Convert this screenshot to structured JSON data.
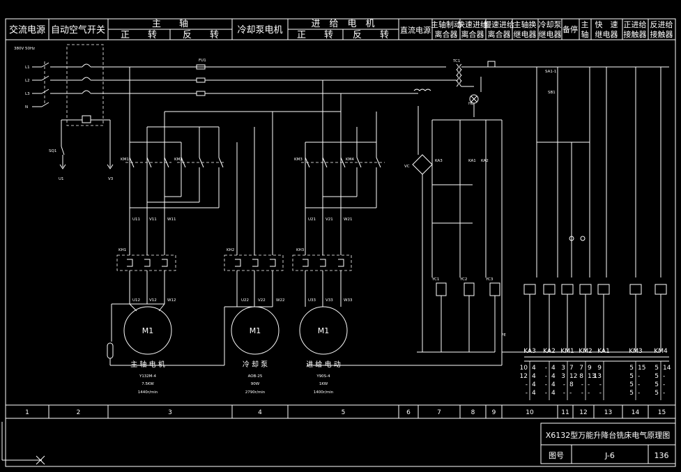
{
  "header": {
    "ac_power": "交流电源",
    "auto_switch": "自动空气开关",
    "spindle": "主　　轴",
    "spindle_fwd": "正　　转",
    "spindle_rev": "反　　转",
    "coolant_motor": "冷却泵电机",
    "feed_motor": "进　给　电　机",
    "feed_fwd": "正　　转",
    "feed_rev": "反　　转",
    "dc_power": "直流电源",
    "cols": [
      {
        "l1": "主轴制动",
        "l2": "离合器"
      },
      {
        "l1": "快速进给",
        "l2": "离合器"
      },
      {
        "l1": "慢速进给",
        "l2": "离合器"
      },
      {
        "l1": "主轴换",
        "l2": "继电器"
      },
      {
        "l1": "冷却泵",
        "l2": "继电器"
      },
      {
        "l1": "备停",
        "l2": ""
      },
      {
        "l1": "主",
        "l2": "轴"
      },
      {
        "l1": "快　速",
        "l2": "继电器"
      },
      {
        "l1": "正进给",
        "l2": "接触器"
      },
      {
        "l1": "反进给",
        "l2": "接触器"
      }
    ]
  },
  "supply": {
    "voltage": "380V 50Hz",
    "lines": [
      "L1",
      "L2",
      "L3",
      "N"
    ]
  },
  "motors": [
    {
      "label": "M1",
      "caption": "主 轴 电 机",
      "model": "Y132M-4",
      "power": "7.5KW",
      "speed": "1440r/min"
    },
    {
      "label": "M1",
      "caption": "冷 却 泵",
      "model": "AOB-25",
      "power": "90W",
      "speed": "2790r/min"
    },
    {
      "label": "M1",
      "caption": "进 给 电 动",
      "model": "Y90S-4",
      "power": "1KW",
      "speed": "1400r/min"
    }
  ],
  "terminals": {
    "spindle_in": [
      "U11",
      "V11",
      "W11"
    ],
    "spindle_out": [
      "U12",
      "V12",
      "W12"
    ],
    "coolant": [
      "U22",
      "V22",
      "W22"
    ],
    "feed_in": [
      "U21",
      "V21",
      "W21"
    ],
    "feed_out": [
      "U33",
      "V33",
      "W33"
    ]
  },
  "components": {
    "fu1": "FU1",
    "tc1": "TC1",
    "sq1": "SQ1",
    "u_out": "U1",
    "v_out": "V3",
    "ka1": "KA1",
    "ka2": "KA2",
    "ka3": "KA3",
    "kh1": "KH1",
    "kh2": "KH2",
    "kh3": "KH3",
    "km1": "KM1",
    "km2": "KM2",
    "km3": "KM3",
    "km4": "KM4",
    "yc1": "YC1",
    "yc2": "YC2",
    "yc3": "YC3",
    "vc": "VC",
    "pe": "PE",
    "sb": "SB1",
    "sa": "SA1-1",
    "hl": "HL"
  },
  "contact_table": [
    {
      "name": "KA3",
      "rows": [
        "10",
        "12",
        "-",
        "-"
      ],
      "rows2": [
        "4",
        "4",
        "4",
        "4"
      ]
    },
    {
      "name": "KA2",
      "rows": [
        "-",
        "-",
        "-",
        "-"
      ],
      "rows2": [
        "4",
        "4",
        "4",
        "4"
      ]
    },
    {
      "name": "KM1",
      "rows": [
        "3",
        "3",
        "-",
        "-"
      ],
      "rows2": [
        "7",
        "12",
        "8",
        "-"
      ]
    },
    {
      "name": "KM2",
      "rows": [
        "7",
        "8",
        "-",
        "-"
      ],
      "rows2": [
        "9",
        "13",
        "-",
        "-"
      ]
    },
    {
      "name": "KA1",
      "rows": [
        "9",
        "13",
        "-",
        "-"
      ],
      "rows2": [
        "",
        "",
        "",
        ""
      ]
    },
    {
      "name": "KM3",
      "rows": [
        "5",
        "5",
        "5",
        "5"
      ],
      "rows2": [
        "15",
        "-",
        "-",
        "-"
      ]
    },
    {
      "name": "KM4",
      "rows": [
        "5",
        "5",
        "5",
        "5"
      ],
      "rows2": [
        "14",
        "-",
        "-",
        "-"
      ]
    }
  ],
  "columns": [
    "1",
    "2",
    "3",
    "4",
    "5",
    "6",
    "7",
    "8",
    "9",
    "10",
    "11",
    "12",
    "13",
    "14",
    "15"
  ],
  "title_block": {
    "title": "X6132型万能升降台铣床电气原理图",
    "fig_label": "图号",
    "fig_no": "J-6",
    "page": "136"
  }
}
